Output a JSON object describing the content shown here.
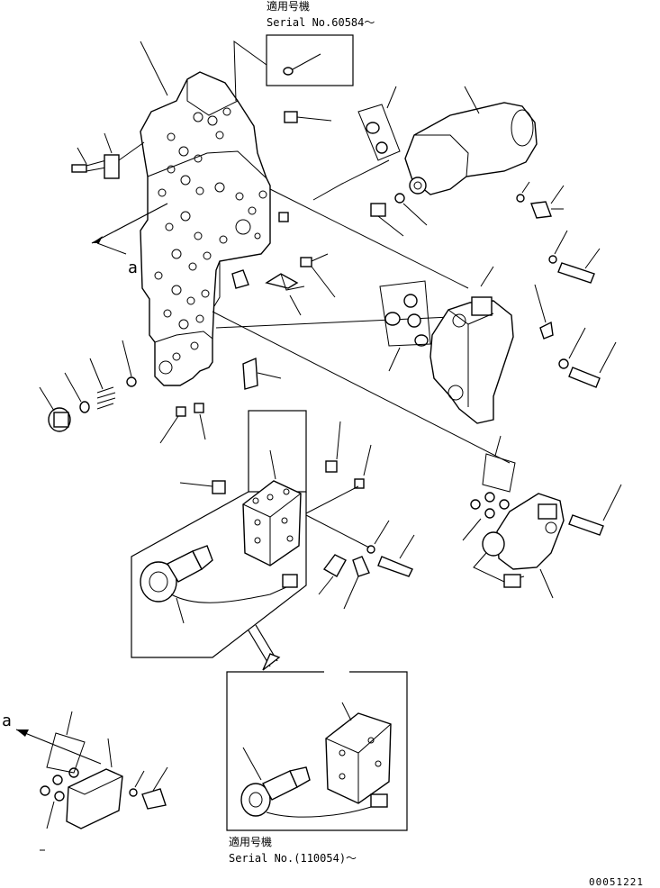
{
  "notes": {
    "top_applicable": "適用号機",
    "top_serial": "Serial No.60584～",
    "bottom_applicable": "適用号機",
    "bottom_serial": "Serial No.(110054)～"
  },
  "view_markers": {
    "upper": "a",
    "lower": "a"
  },
  "drawing_number": "00051221"
}
